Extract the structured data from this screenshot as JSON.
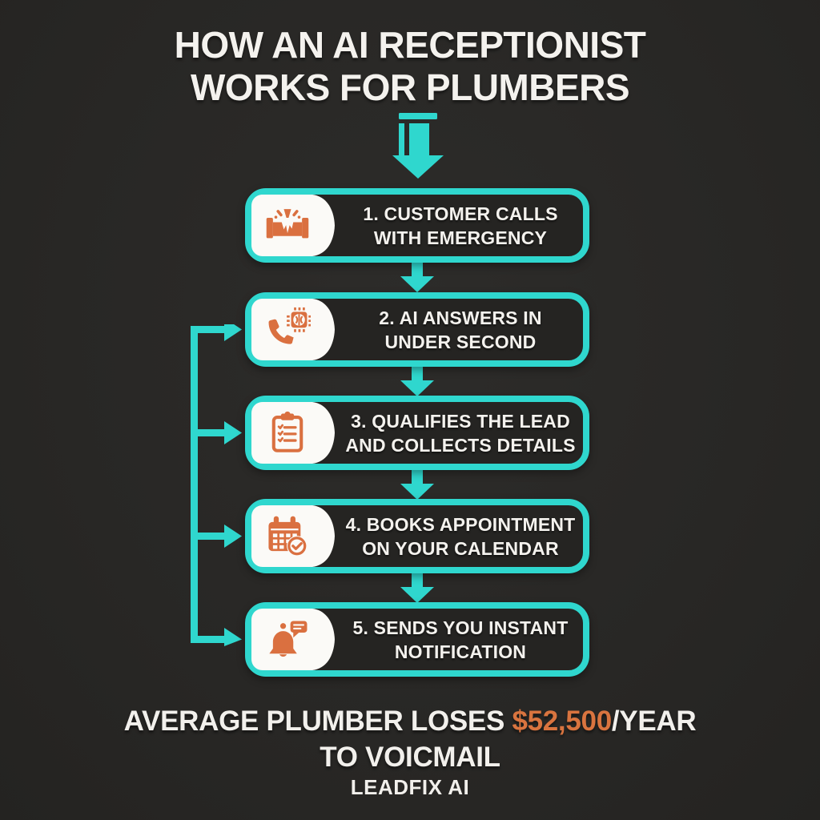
{
  "colors": {
    "background": "#282725",
    "accent_teal": "#2fd7ce",
    "accent_orange": "#da7040",
    "box_fill": "#252422",
    "panel_white": "#fbfaf7",
    "text_white": "#f4f2ee"
  },
  "title": {
    "line1": "HOW AN AI RECEPTIONIST",
    "line2": "WORKS FOR PLUMBERS"
  },
  "icons": {
    "header": "down-arrow-icon",
    "connector": "branch-arrows-icon",
    "step1": "burst-pipe-icon",
    "step2": "phone-ai-chip-icon",
    "step3": "clipboard-checklist-icon",
    "step4": "calendar-check-icon",
    "step5": "bell-notification-icon"
  },
  "steps": [
    {
      "line1": "1. CUSTOMER CALLS",
      "line2": "WITH EMERGENCY"
    },
    {
      "line1": "2. AI ANSWERS IN",
      "line2": "UNDER SECOND"
    },
    {
      "line1": "3. QUALIFIES THE LEAD",
      "line2": "AND COLLECTS DETAILS"
    },
    {
      "line1": "4. BOOKS APPOINTMENT",
      "line2": "ON YOUR CALENDAR"
    },
    {
      "line1": "5. SENDS YOU INSTANT",
      "line2": "NOTIFICATION"
    }
  ],
  "footer": {
    "stat_prefix": "AVERAGE PLUMBER LOSES ",
    "stat_amount": "$52,500",
    "stat_suffix": "/YEAR",
    "line2": "TO VOICMAIL",
    "brand": "LEADFIX AI"
  }
}
